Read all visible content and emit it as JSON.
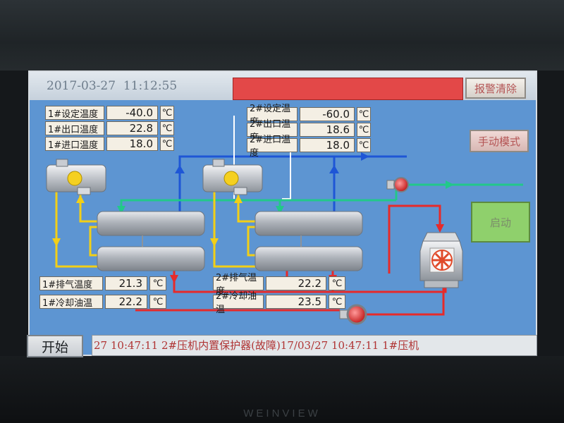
{
  "header": {
    "datetime": "2017-03-27  11:12:55",
    "alarm_clear_label": "报警清除"
  },
  "unit1": {
    "params": [
      {
        "label": "1#设定温度",
        "value": "-40.0",
        "unit": "℃"
      },
      {
        "label": "1#出口温度",
        "value": "22.8",
        "unit": "℃"
      },
      {
        "label": "1#进口温度",
        "value": "18.0",
        "unit": "℃"
      }
    ],
    "discharge": {
      "label": "1#排气温度",
      "value": "21.3",
      "unit": "℃"
    },
    "oil": {
      "label": "1#冷却油温",
      "value": "22.2",
      "unit": "℃"
    }
  },
  "unit2": {
    "params": [
      {
        "label": "2#设定温度",
        "value": "-60.0",
        "unit": "℃"
      },
      {
        "label": "2#出口温度",
        "value": "18.6",
        "unit": "℃"
      },
      {
        "label": "2#进口温度",
        "value": "18.0",
        "unit": "℃"
      }
    ],
    "discharge": {
      "label": "2#排气温度",
      "value": "22.2",
      "unit": "℃"
    },
    "oil": {
      "label": "2#冷却油温",
      "value": "23.5",
      "unit": "℃"
    }
  },
  "controls": {
    "manual_mode_label": "手动模式",
    "start_label": "启动",
    "start_bottom_label": "开始"
  },
  "ticker": {
    "text": "27  10:47:11  2#压机内置保护器(故障)17/03/27  10:47:11  1#压机"
  },
  "device": {
    "brand": "WEINVIEW"
  },
  "colors": {
    "screen_bg": "#5d95d2",
    "pipe_blue": "#1e56d6",
    "pipe_yellow": "#f2cf17",
    "pipe_green": "#22c88a",
    "pipe_red": "#e62a2a",
    "alarm_red": "#e34848",
    "start_green": "#8fd06c"
  },
  "icons": [
    "compressor-icon",
    "heat-exchanger-icon",
    "pump-icon",
    "cooling-tower-fan-icon",
    "flow-arrow-icon"
  ]
}
